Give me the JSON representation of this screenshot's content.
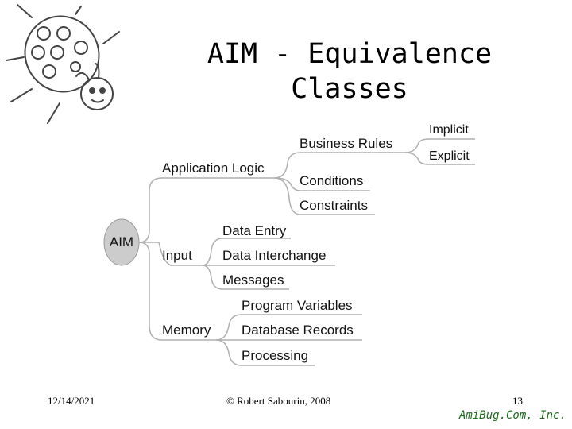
{
  "slide": {
    "title_line1": "AIM - Equivalence",
    "title_line2": "Classes"
  },
  "mindmap": {
    "root": "AIM",
    "branches": [
      {
        "label": "Application Logic",
        "children": [
          {
            "label": "Business Rules",
            "children": [
              "Implicit",
              "Explicit"
            ]
          },
          {
            "label": "Conditions"
          },
          {
            "label": "Constraints"
          }
        ]
      },
      {
        "label": "Input",
        "children": [
          {
            "label": "Data Entry"
          },
          {
            "label": "Data Interchange"
          },
          {
            "label": "Messages"
          }
        ]
      },
      {
        "label": "Memory",
        "children": [
          {
            "label": "Program Variables"
          },
          {
            "label": "Database Records"
          },
          {
            "label": "Processing"
          }
        ]
      }
    ]
  },
  "footer": {
    "date": "12/14/2021",
    "copyright": "© Robert Sabourin, 2008",
    "page": "13",
    "brand": "AmiBug.Com, Inc."
  },
  "colors": {
    "line": "#b0b0b0",
    "root_fill": "#cccccc",
    "brand": "#1a6b1a"
  },
  "icons": {
    "logo": "ladybug-cartoon"
  }
}
